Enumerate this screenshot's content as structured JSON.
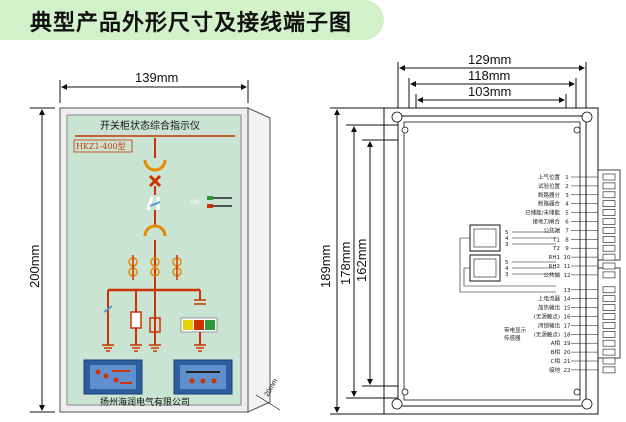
{
  "title": "典型产品外形尺寸及接线端子图",
  "front_view": {
    "width_label": "139mm",
    "height_label": "200mm",
    "depth_label": "20mm",
    "panel_title": "开关柜状态综合指示仪",
    "model_label": "HKZ1-400型",
    "company_label": "扬州海润电气有限公司"
  },
  "rear_view": {
    "width_labels": [
      "129mm",
      "118mm",
      "103mm"
    ],
    "height_labels": [
      "189mm",
      "178mm",
      "162mm"
    ]
  },
  "terminals": {
    "signals": [
      {
        "label": "上气位置",
        "num": "1"
      },
      {
        "label": "试验位置",
        "num": "2"
      },
      {
        "label": "断路器分",
        "num": "3"
      },
      {
        "label": "断路器合",
        "num": "4"
      },
      {
        "label": "已储能/未储能",
        "num": "5"
      },
      {
        "label": "接地刀闸合",
        "num": "6"
      },
      {
        "label": "公共端",
        "num": "7"
      },
      {
        "label": "T1",
        "num": "8"
      },
      {
        "label": "T2",
        "num": "9"
      },
      {
        "label": "RH1",
        "num": "10"
      },
      {
        "label": "RH2",
        "num": "11"
      },
      {
        "label": "公共端",
        "num": "12"
      },
      {
        "label": "",
        "num": "13"
      },
      {
        "label": "上电流器",
        "num": "14"
      },
      {
        "label": "加热输出",
        "num": "15"
      },
      {
        "label": "(无源触点)",
        "num": "16"
      },
      {
        "label": "闭锁输出",
        "num": "17"
      },
      {
        "label": "(无源触点)",
        "num": "18"
      },
      {
        "label": "A相",
        "num": "19"
      },
      {
        "label": "B相",
        "num": "20"
      },
      {
        "label": "C相",
        "num": "21"
      },
      {
        "label": "接地",
        "num": "22"
      }
    ],
    "side_labels": [
      "带电显示",
      "传感器"
    ],
    "sensor_pins": [
      "5",
      "4",
      "3",
      "5",
      "4",
      "3"
    ]
  }
}
